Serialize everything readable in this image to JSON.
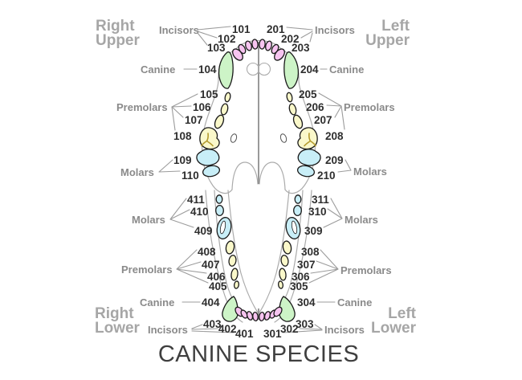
{
  "title": "CANINE SPECIES",
  "corners": {
    "right_upper": "Right Upper",
    "left_upper": "Left Upper",
    "right_lower": "Right Lower",
    "left_lower": "Left Lower"
  },
  "groups": {
    "incisors": "Incisors",
    "canine": "Canine",
    "premolars": "Premolars",
    "molars": "Molars"
  },
  "teeth": {
    "upper_right": [
      "101",
      "102",
      "103",
      "104",
      "105",
      "106",
      "107",
      "108",
      "109",
      "110"
    ],
    "upper_left": [
      "201",
      "202",
      "203",
      "204",
      "205",
      "206",
      "207",
      "208",
      "209",
      "210"
    ],
    "lower_right": [
      "411",
      "410",
      "409",
      "408",
      "407",
      "406",
      "405",
      "404",
      "403",
      "402",
      "401"
    ],
    "lower_left": [
      "311",
      "310",
      "309",
      "308",
      "307",
      "306",
      "305",
      "304",
      "303",
      "302",
      "301"
    ]
  },
  "colors": {
    "incisor_fill": "#f7c4f0",
    "canine_fill": "#cdf4c7",
    "premolar_fill": "#faf8ca",
    "molar_fill": "#c8eef7",
    "premolar_detail": "#b49b2f",
    "tooth_outline": "#1a1a1a",
    "jaw_outline": "#ababab",
    "midline": "#8f8f8f",
    "leader_line": "#9c9c9c",
    "number_text": "#2e2e2e",
    "group_label": "#8a8a8a",
    "corner_label": "#a6a6a6",
    "title_text": "#3f3f3f"
  }
}
